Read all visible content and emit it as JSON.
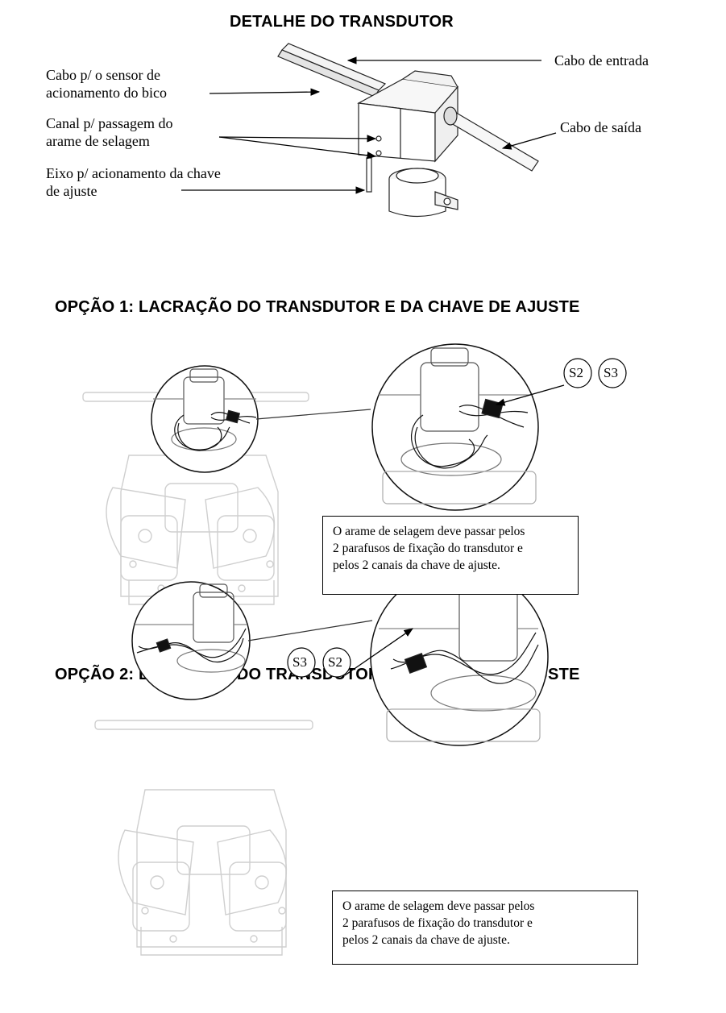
{
  "detail": {
    "title": "DETALHE DO TRANSDUTOR",
    "labels": {
      "sensor_cable": [
        "Cabo p/ o sensor de",
        "acionamento do bico"
      ],
      "seal_channel": [
        "Canal p/ passagem do",
        "arame de selagem"
      ],
      "adjust_shaft": [
        "Eixo p/ acionamento da chave",
        "de ajuste"
      ],
      "input_cable": "Cabo de entrada",
      "output_cable": "Cabo de saída"
    }
  },
  "option1": {
    "title": "OPÇÃO 1: LACRAÇÃO DO TRANSDUTOR E DA CHAVE DE AJUSTE",
    "tags": [
      "S2",
      "S3"
    ],
    "note": [
      "O arame de selagem deve passar pelos",
      "2 parafusos de fixação do transdutor e",
      "pelos 2 canais da chave de ajuste."
    ]
  },
  "option2": {
    "title": "OPÇÃO 2: LACRAÇÃO DO TRANSDUTOR E DA CHAVE DE AJUSTE",
    "tags": [
      "S3",
      "S2"
    ],
    "note": [
      "O arame de selagem deve passar pelos",
      "2 parafusos de fixação do transdutor e",
      "pelos 2 canais da chave de ajuste."
    ]
  }
}
